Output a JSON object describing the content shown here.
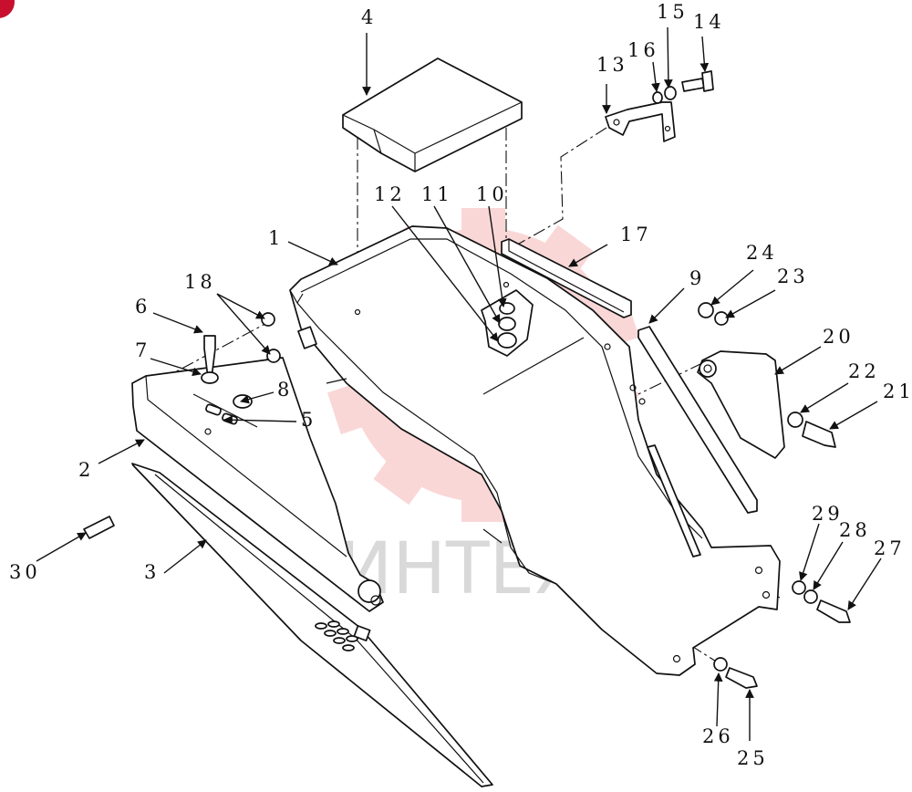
{
  "watermark": {
    "text": "ИНТЕХ",
    "color": "#f6b8b8"
  },
  "corner_badge_color": "#c8102e",
  "callouts": [
    {
      "id": "c1",
      "text": "1"
    },
    {
      "id": "c2",
      "text": "2"
    },
    {
      "id": "c3",
      "text": "3"
    },
    {
      "id": "c4",
      "text": "4"
    },
    {
      "id": "c5",
      "text": "5"
    },
    {
      "id": "c6",
      "text": "6"
    },
    {
      "id": "c7",
      "text": "7"
    },
    {
      "id": "c8",
      "text": "8"
    },
    {
      "id": "c9",
      "text": "9"
    },
    {
      "id": "c10",
      "text": "10"
    },
    {
      "id": "c11",
      "text": "11"
    },
    {
      "id": "c12",
      "text": "12"
    },
    {
      "id": "c13",
      "text": "13"
    },
    {
      "id": "c14",
      "text": "14"
    },
    {
      "id": "c15",
      "text": "15"
    },
    {
      "id": "c16",
      "text": "16"
    },
    {
      "id": "c17",
      "text": "17"
    },
    {
      "id": "c18",
      "text": "18"
    },
    {
      "id": "c20",
      "text": "20"
    },
    {
      "id": "c21",
      "text": "21"
    },
    {
      "id": "c22",
      "text": "22"
    },
    {
      "id": "c23",
      "text": "23"
    },
    {
      "id": "c24",
      "text": "24"
    },
    {
      "id": "c25",
      "text": "25"
    },
    {
      "id": "c26",
      "text": "26"
    },
    {
      "id": "c27",
      "text": "27"
    },
    {
      "id": "c28",
      "text": "28"
    },
    {
      "id": "c29",
      "text": "29"
    },
    {
      "id": "c30",
      "text": "30"
    }
  ]
}
